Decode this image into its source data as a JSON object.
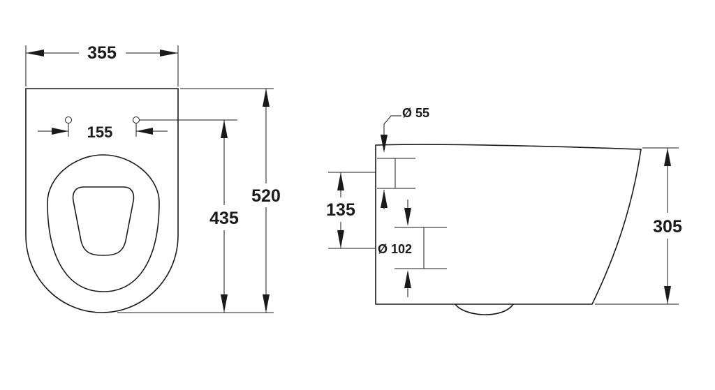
{
  "front_view": {
    "width_overall": "355",
    "fixing_spacing": "155",
    "seat_to_fixing": "435",
    "length_overall": "520"
  },
  "side_view": {
    "inlet_diameter": "Ø 55",
    "inlet_height": "135",
    "outlet_diameter": "Ø 102",
    "height_overall": "305"
  }
}
